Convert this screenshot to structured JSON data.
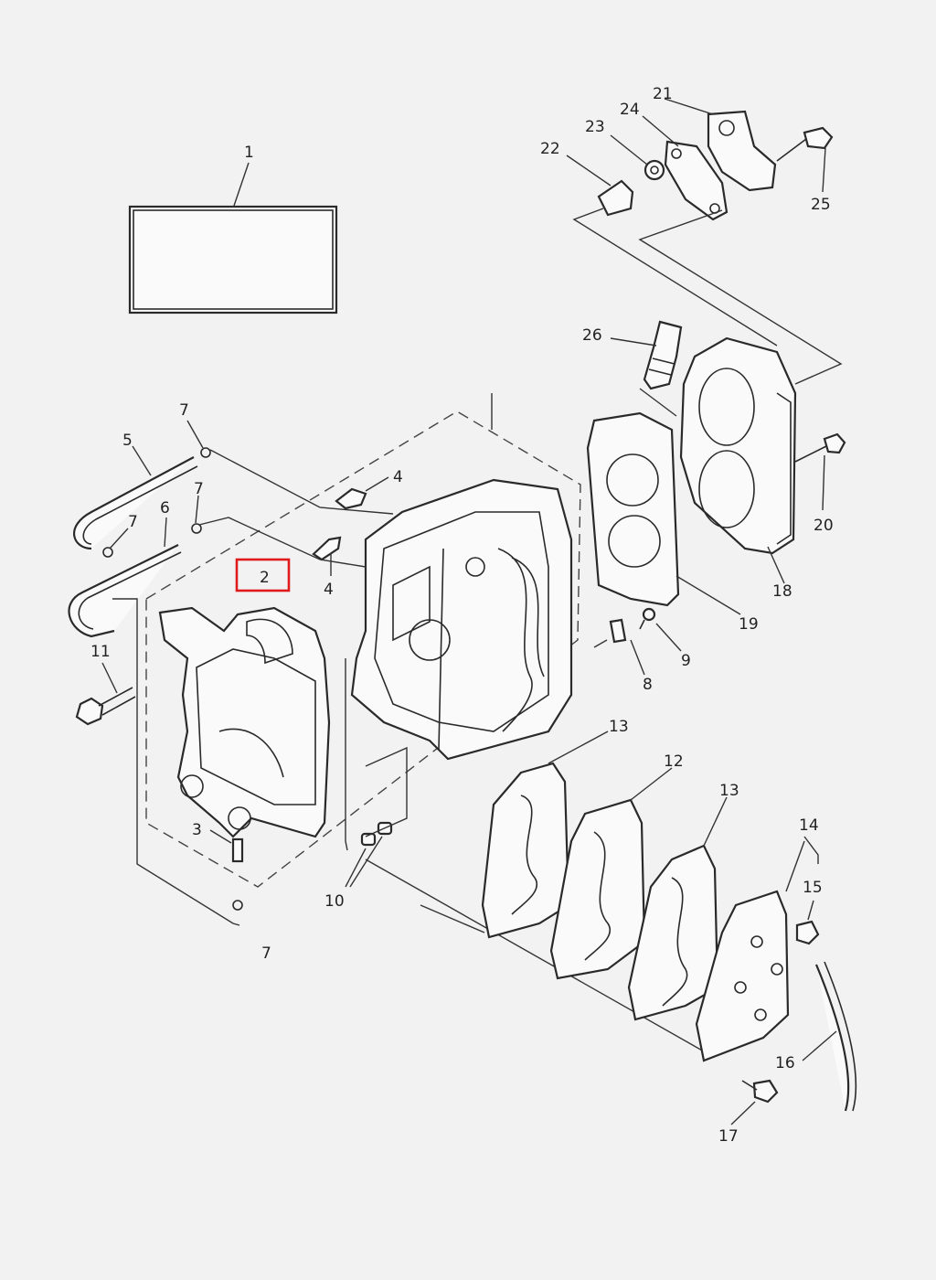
{
  "diagram": {
    "callouts": {
      "c1": "1",
      "c2": "2",
      "c3": "3",
      "c4a": "4",
      "c4b": "4",
      "c5": "5",
      "c6": "6",
      "c7a": "7",
      "c7b": "7",
      "c7c": "7",
      "c7d": "7",
      "c8": "8",
      "c9": "9",
      "c10": "10",
      "c11": "11",
      "c12": "12",
      "c13a": "13",
      "c13b": "13",
      "c14": "14",
      "c15": "15",
      "c16": "16",
      "c17": "17",
      "c18": "18",
      "c19": "19",
      "c20": "20",
      "c21": "21",
      "c22": "22",
      "c23": "23",
      "c24": "24",
      "c25": "25",
      "c26": "26"
    },
    "highlighted_callout": "2",
    "highlight_color": "#e0191b",
    "line_color": "#2a2a2a",
    "background_color": "#f2f2f2"
  }
}
